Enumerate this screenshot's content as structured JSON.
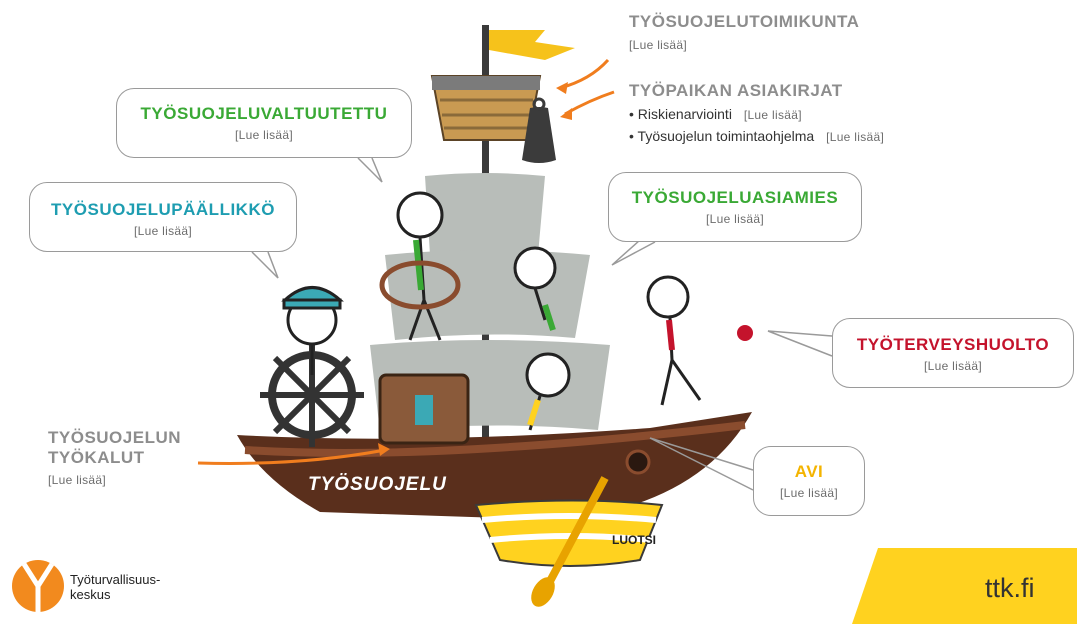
{
  "labels": {
    "tyosuojelutoimikunta": {
      "title": "TYÖSUOJELUTOIMIKUNTA",
      "more": "[Lue lisää]"
    },
    "tyopaikan_asiakirjat": {
      "title": "TYÖPAIKAN ASIAKIRJAT",
      "items": [
        {
          "text": "• Riskienarviointi",
          "more": "[Lue lisää]"
        },
        {
          "text": "• Työsuojelun toimintaohjelma",
          "more": "[Lue lisää]"
        }
      ]
    },
    "valtuutettu": {
      "title": "TYÖSUOJELUVALTUUTETTU",
      "more": "[Lue lisää]"
    },
    "paallikko": {
      "title": "TYÖSUOJELUPÄÄLLIKKÖ",
      "more": "[Lue lisää]"
    },
    "asiamies": {
      "title": "TYÖSUOJELUASIAMIES",
      "more": "[Lue lisää]"
    },
    "tyoterveyshuolto": {
      "title": "TYÖTERVEYSHUOLTO",
      "more": "[Lue lisää]"
    },
    "tyokalut": {
      "title_line1": "TYÖSUOJELUN",
      "title_line2": "TYÖKALUT",
      "more": "[Lue lisää]"
    },
    "avi": {
      "title": "AVI",
      "more": "[Lue lisää]"
    }
  },
  "ship": {
    "name": "TYÖSUOJELU",
    "boat_name": "LUOTSI"
  },
  "logo": {
    "line1": "Työturvallisuus-",
    "line2": "keskus"
  },
  "site": {
    "url": "ttk.fi"
  },
  "colors": {
    "green": "#3aa935",
    "teal": "#1e9db1",
    "red": "#c4132c",
    "yellow": "#f4b400",
    "orange": "#f07d1e",
    "hull": "#5a2f1c",
    "sail": "#b8bdb9"
  }
}
